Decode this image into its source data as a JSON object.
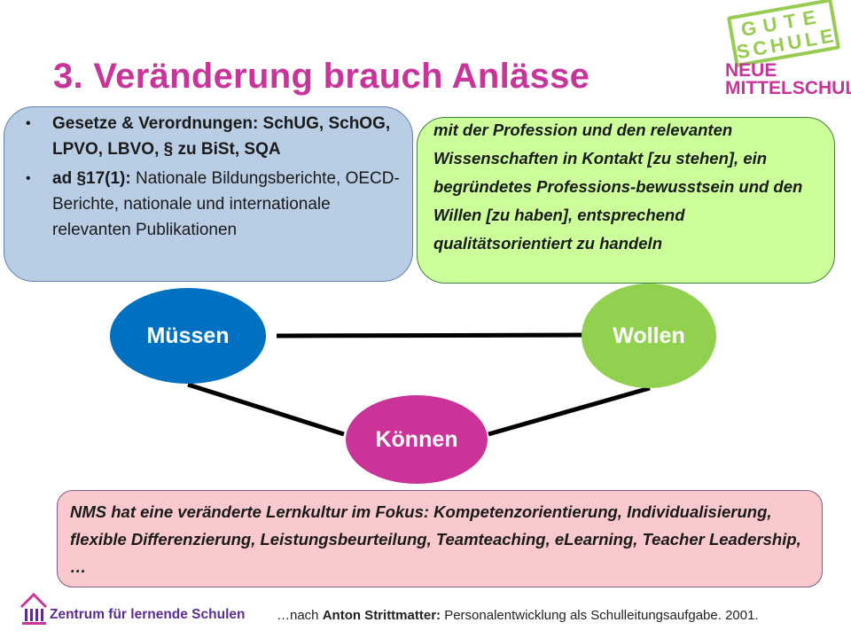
{
  "title": "3. Veränderung brauch Anlässe",
  "logo": {
    "stamp_line1": "GUTE",
    "stamp_line2": "SCHULE",
    "brand_line1": "NEUE",
    "brand_line2": "MITTELSCHULE"
  },
  "blue_box": {
    "item1": "Gesetze & Verordnungen:  SchUG, SchOG, LPVO, LBVO,  § zu BiSt, SQA",
    "item2_bold": "ad §17(1):",
    "item2_rest": "  Nationale Bildungsberichte,  OECD-Berichte, nationale und internationale relevanten Publikationen"
  },
  "green_box": {
    "text": "mit der Profession und den relevanten Wissenschaften in Kontakt [zu stehen], ein begründetes Professions-bewusstsein und den Willen [zu haben], entsprechend qualitätsorientiert zu handeln"
  },
  "ovals": {
    "must": "Müssen",
    "want": "Wollen",
    "can": "Können"
  },
  "pink_box": {
    "text": "NMS hat eine veränderte  Lernkultur im Fokus: Kompetenzorientierung, Individualisierung,  flexible Differenzierung,  Leistungsbeurteilung, Teamteaching,  eLearning,  Teacher Leadership, …"
  },
  "footer": {
    "org_name": "Zentrum für lernende Schulen",
    "credit_prefix": "…nach ",
    "credit_author": "Anton Strittmatter:",
    "credit_rest": " Personalentwicklung als Schulleitungsaufgabe. 2001."
  },
  "colors": {
    "title": "#c8359a",
    "blue_box": "#b9cde5",
    "green_box": "#ccff99",
    "pink_box": "#f9c9cd",
    "oval_blue": "#0070c0",
    "oval_green": "#92d050",
    "oval_pink": "#cc3399"
  }
}
